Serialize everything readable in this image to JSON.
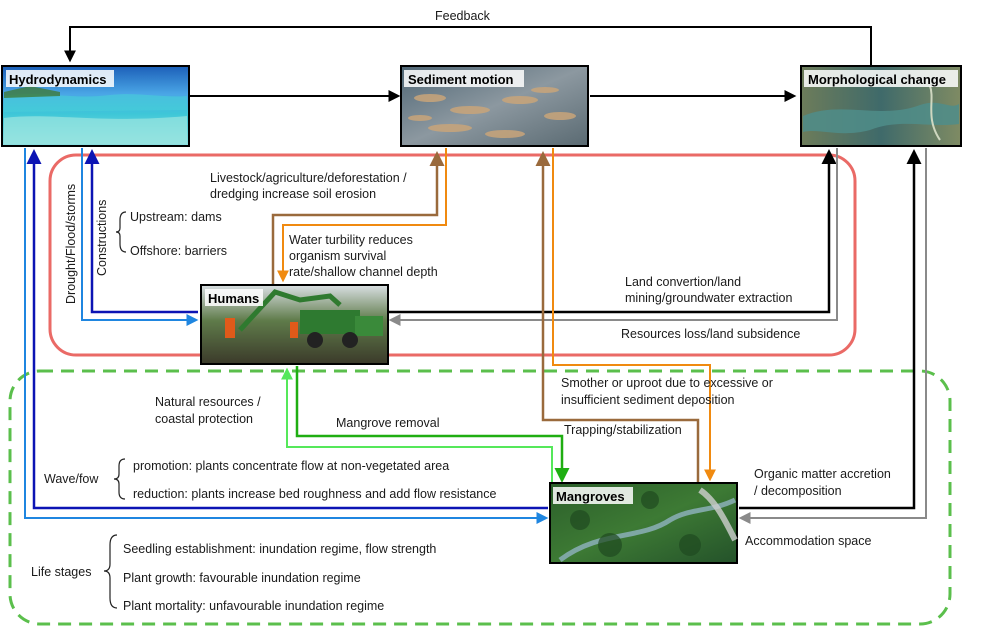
{
  "nodes": {
    "hydrodynamics": "Hydrodynamics",
    "sediment_motion": "Sediment motion",
    "morphological_change": "Morphological change",
    "humans": "Humans",
    "mangroves": "Mangroves"
  },
  "edges": {
    "feedback": "Feedback",
    "soil_erosion_1": "Livestock/agriculture/deforestation /",
    "soil_erosion_2": "dredging increase soil erosion",
    "turbidity_1": "Water turbility reduces",
    "turbidity_2": "organism survival",
    "turbidity_3": "rate/shallow channel depth",
    "drought": "Drought/Flood/storms",
    "constructions": "Constructions",
    "upstream": "Upstream: dams",
    "offshore": "Offshore: barriers",
    "land_conversion_1": "Land convertion/land",
    "land_conversion_2": "mining/groundwater extraction",
    "resources_loss": "Resources loss/land subsidence",
    "natural_resources_1": "Natural resources /",
    "natural_resources_2": "coastal protection",
    "mangrove_removal": "Mangrove removal",
    "smother_1": "Smother or uproot due to excessive or",
    "smother_2": "insufficient sediment deposition",
    "trapping": "Trapping/stabilization",
    "wave_flow": "Wave/fow",
    "promotion": "promotion: plants concentrate flow at non-vegetated area",
    "reduction": "reduction: plants increase bed roughness and add flow resistance",
    "organic_1": "Organic matter accretion",
    "organic_2": "/ decomposition",
    "accommodation": "Accommodation space",
    "life_stages": "Life stages",
    "seedling": "Seedling establishment: inundation regime, flow strength",
    "growth": "Plant growth: favourable inundation regime",
    "mortality": "Plant mortality: unfavourable inundation regime"
  },
  "colors": {
    "black": "#000000",
    "dark_blue": "#0c14b4",
    "light_blue": "#1f86e0",
    "red_region": "#ea6a66",
    "green_region": "#5bbf4c",
    "orange": "#f08a10",
    "brown": "#9a6a3c",
    "green": "#1fae12",
    "light_green": "#55e85a",
    "gray": "#8a8a8a"
  }
}
